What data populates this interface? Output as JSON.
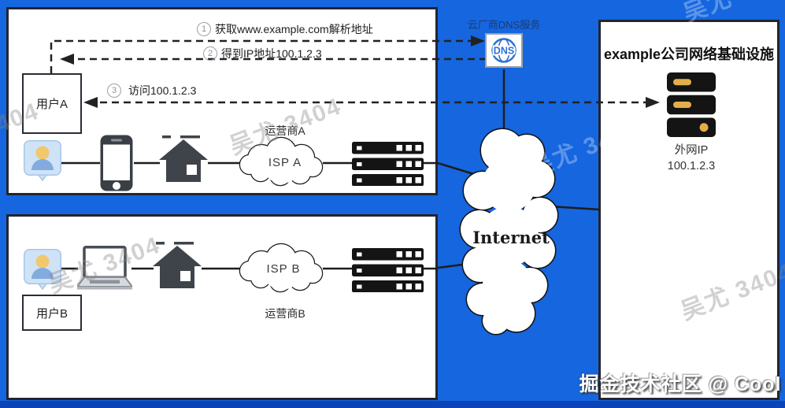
{
  "watermark": {
    "text": "吴尤 3404"
  },
  "credit": {
    "text": "掘金技术社区 @ Cool"
  },
  "dns": {
    "label": "云厂商DNS服务",
    "icon_text": "DNS"
  },
  "internet": {
    "label": "Internet"
  },
  "steps": [
    {
      "num": "1",
      "text": "获取www.example.com解析地址"
    },
    {
      "num": "2",
      "text": "得到IP地址100.1.2.3"
    },
    {
      "num": "3",
      "text": "访问100.1.2.3"
    }
  ],
  "network_a": {
    "user": "用户A",
    "carrier": "运营商A",
    "isp": "ISP A"
  },
  "network_b": {
    "user": "用户B",
    "carrier": "运营商B",
    "isp": "ISP B"
  },
  "company": {
    "title": "example公司网络基础设施",
    "ip_label": "外网IP",
    "ip_value": "100.1.2.3"
  },
  "colors": {
    "background": "#1566df",
    "bottom_strip": "#0a44b8",
    "box_border": "#23252e",
    "line": "#1d1d1d",
    "server_black": "#141414",
    "gold": "#e3ad48",
    "dns_blue": "#2f72d2",
    "icon_dark": "#3f444b",
    "avatar_bg": "#cfe3f7",
    "avatar_head": "#f1c86d",
    "avatar_body": "#84abdf"
  }
}
